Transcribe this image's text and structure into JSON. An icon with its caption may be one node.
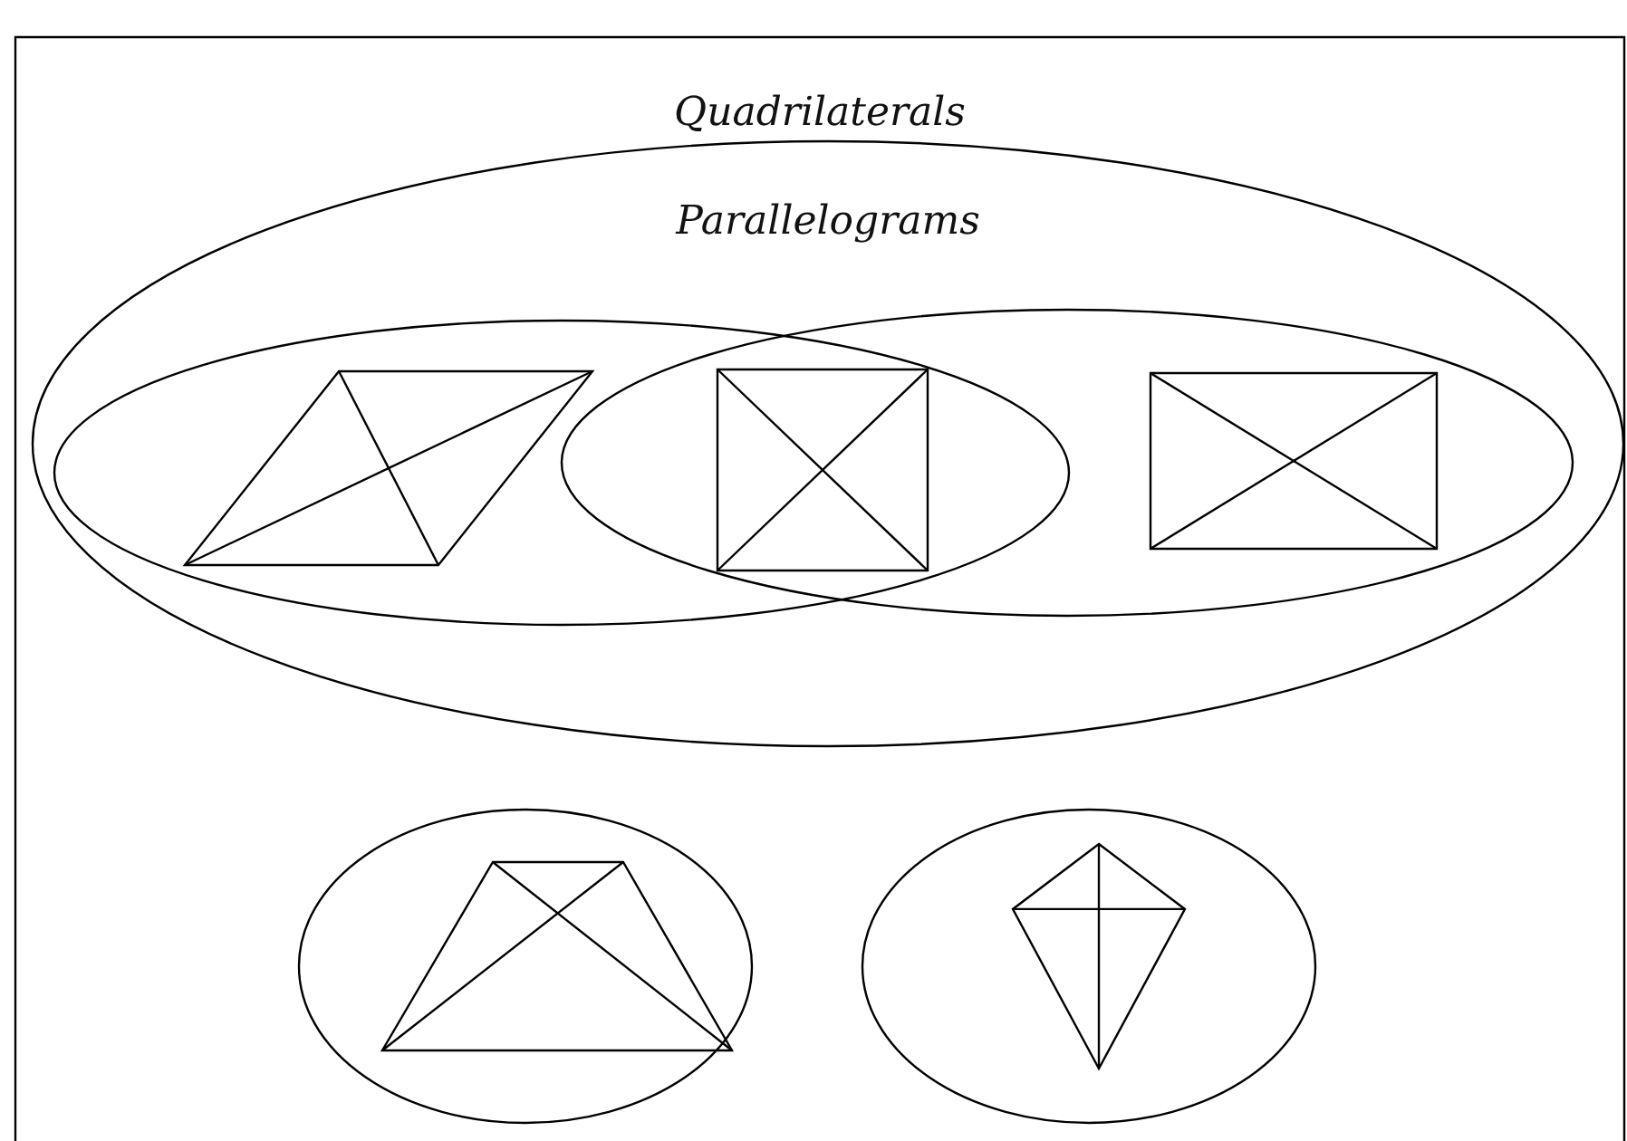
{
  "diagram": {
    "nodes": [
      {
        "text": [
          "Quadrilaterals"
        ]
      },
      {
        "text": [
          "Parallelograms"
        ],
        "in": 0
      },
      {
        "text": [],
        "shape": "ellipse",
        "in": 1
      },
      {
        "text": [],
        "shape": "ellipse",
        "in": 1
      },
      {
        "text": [],
        "shape": "rhombus",
        "in": 2
      },
      {
        "text": [],
        "shape": "square"
      },
      {
        "text": [],
        "shape": "rectangle",
        "in": 3
      },
      {
        "text": [],
        "shape": "ellipse",
        "in": 0
      },
      {
        "text": [],
        "shape": "trapezoid",
        "in": 7
      },
      {
        "text": [],
        "shape": "ellipse",
        "in": 0
      },
      {
        "text": [],
        "shape": "kite",
        "in": 9
      }
    ],
    "edges": []
  }
}
